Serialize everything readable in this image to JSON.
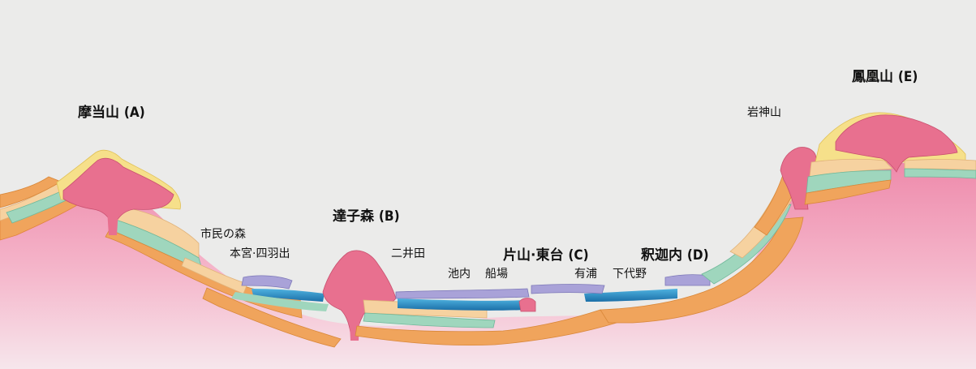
{
  "title": "",
  "labels": {
    "mantoyama_name": "摩当山",
    "mantoyama_code": "(A)",
    "tatsukomori_name": "達子森",
    "tatsukomori_code": "(B)",
    "katayama_name": "片山·東台",
    "katayama_code": "(C)",
    "shakanai_name": "釈迦内",
    "shakanai_code": "(D)",
    "houousan_name": "鳳凰山",
    "houousan_code": "(E)",
    "shimin_no_mori": "市民の森",
    "honmiya": "本宮·四羽出",
    "niida": "二井田",
    "ikeuchi": "池内",
    "funaba": "船場",
    "ariura": "有浦",
    "shimodaino": "下代野",
    "iwagamiyama": "岩神山"
  },
  "colors": {
    "background": "#ebebea",
    "volcanic_pink": "#e8708f",
    "basement_pink": "#f2a3bd",
    "orange_layer": "#f0a45c",
    "cream_layer": "#f6d2a0",
    "green_layer": "#9fd6bd",
    "lilac_layer": "#a9a2d8",
    "blue_water": "#2a8fc9",
    "yellow_crust": "#f6e08a"
  }
}
